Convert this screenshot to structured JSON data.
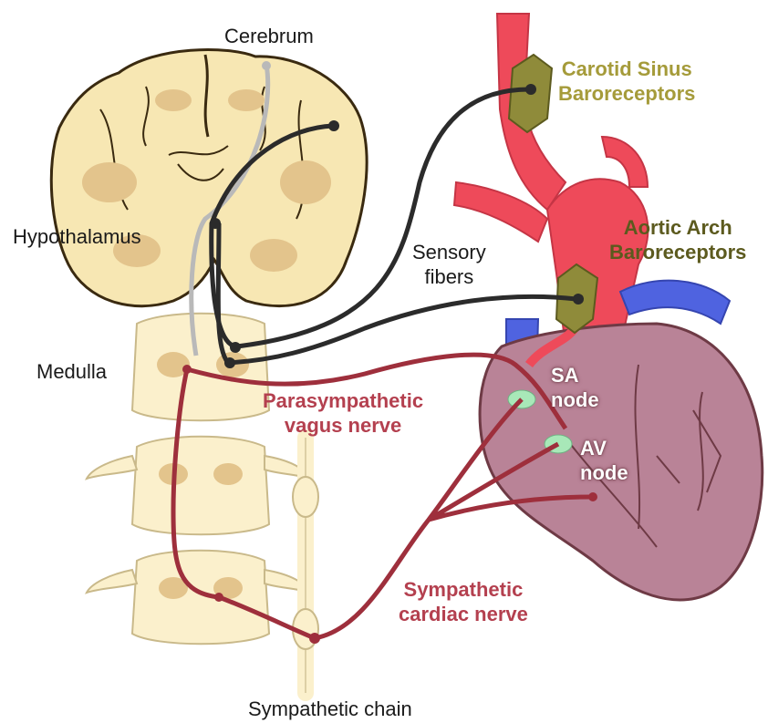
{
  "labels": {
    "cerebrum": "Cerebrum",
    "hypothalamus": "Hypothalamus",
    "medulla": "Medulla",
    "sensory_fibers": "Sensory\nfibers",
    "parasympathetic": "Parasympathetic\nvagus nerve",
    "sympathetic_cardiac": "Sympathetic\ncardiac nerve",
    "sympathetic_chain": "Sympathetic chain",
    "carotid_sinus": "Carotid Sinus\nBaroreceptors",
    "aortic_arch": "Aortic Arch\nBaroreceptors",
    "sa_node": "SA\nnode",
    "av_node": "AV\nnode"
  },
  "colors": {
    "brain_fill": "#f7e7b3",
    "brain_patch": "#e3c48c",
    "brain_outline": "#3a2a10",
    "sensory_fiber": "#2b2b2b",
    "hypothalamic_fiber": "#b9b9b9",
    "nerve_red": "#9e2f3c",
    "artery_red": "#ee4a5a",
    "vein_blue": "#4f63e0",
    "heart_fill": "#b98397",
    "baroreceptor": "#8f8b3a",
    "node_green": "#a8e8b8"
  }
}
